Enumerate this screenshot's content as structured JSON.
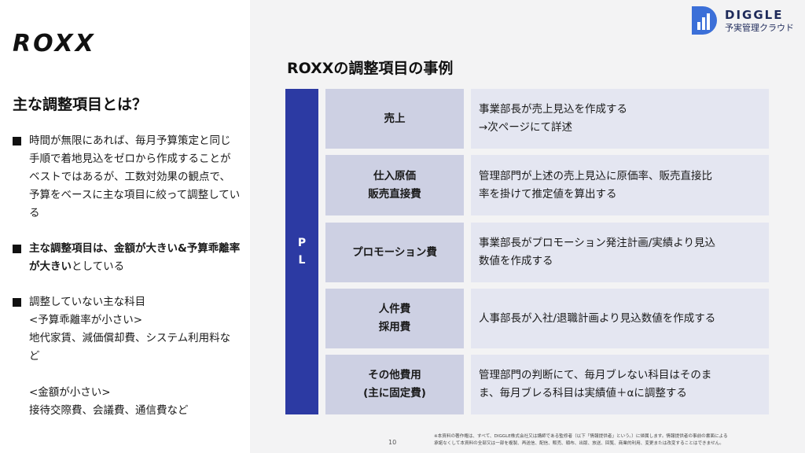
{
  "left": {
    "logo": "ROXX",
    "title": "主な調整項目とは？",
    "bullets": [
      {
        "lines": [
          "時間が無限にあれば、毎月予算策定と同じ手順で着地見込をゼロから作成することがベストではあるが、工数対効果の観点で、予算をベースに主な項目に絞って調整している"
        ]
      },
      {
        "bold": "主な調整項目は、金額が大きい&予算乖離率が大きい",
        "normal": "としている"
      },
      {
        "lines": [
          "調整していない主な科目",
          "<予算乖離率が小さい>",
          "地代家賃、減価償却費、システム利用料など",
          "",
          "<金額が小さい>",
          "接待交際費、会議費、通信費など"
        ]
      }
    ]
  },
  "header": {
    "brand_name": "DIGGLE",
    "brand_sub": "予実管理クラウド",
    "brand_color": "#2c3aa3"
  },
  "main": {
    "title": "ROXXの調整項目の事例",
    "band_label": [
      "P",
      "L"
    ],
    "rows": [
      {
        "label": [
          "売上"
        ],
        "desc": [
          "事業部長が売上見込を作成する",
          "→次ページにて詳述"
        ]
      },
      {
        "label": [
          "仕入原価",
          "販売直接費"
        ],
        "desc": [
          "管理部門が上述の売上見込に原価率、販売直接比",
          "率を掛けて推定値を算出する"
        ]
      },
      {
        "label": [
          "プロモーション費"
        ],
        "desc": [
          "事業部長がプロモーション発注計画/実績より見込",
          "数値を作成する"
        ]
      },
      {
        "label": [
          "人件費",
          "採用費"
        ],
        "desc": [
          "人事部長が入社/退職計画より見込数値を作成する"
        ]
      },
      {
        "label": [
          "その他費用",
          "(主に固定費)"
        ],
        "desc": [
          "管理部門の判断にて、毎月ブレない科目はそのま",
          "ま、毎月ブレる科目は実績値＋αに調整する"
        ]
      }
    ]
  },
  "footer": {
    "page": "10",
    "note_line1": "※本資料の著作権は、すべて、DIGGLE株式会社又は講師である監修者（以下「情報提供者」という。）に帰属します。情報提供者の事前の書面による",
    "note_line2": "承諾なくして本資料の全部又は一部を複製、再送信、配信、販売、頒布、出版、放送、回覧、商業的利用、変更または改変することはできません。"
  }
}
